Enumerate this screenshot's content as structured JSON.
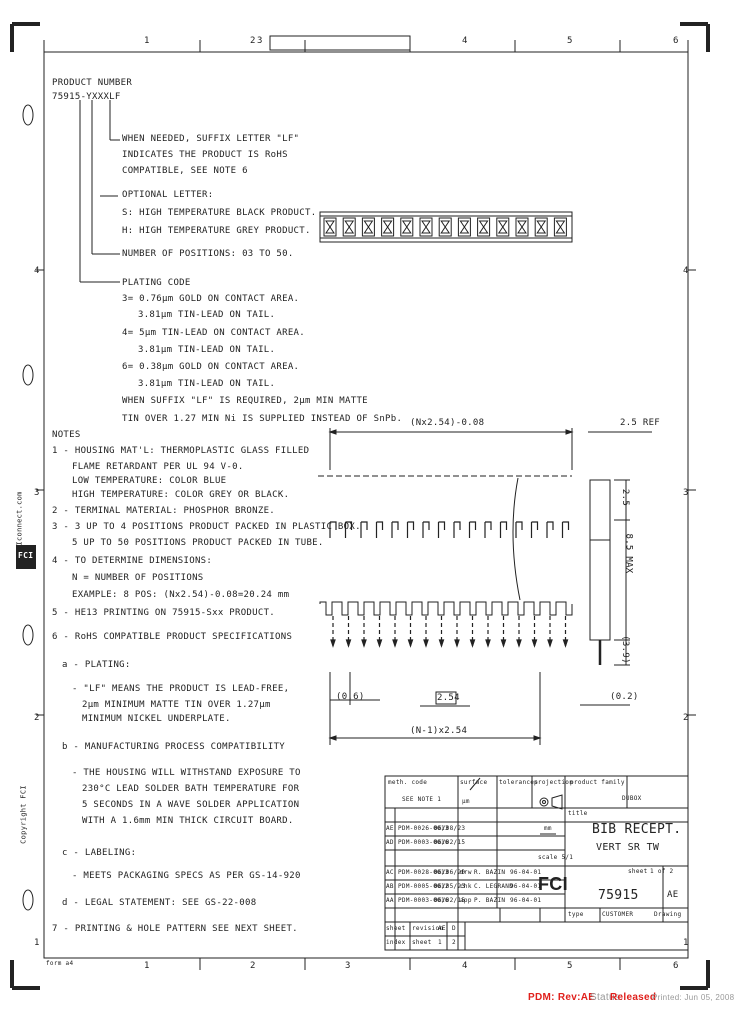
{
  "border": {
    "top_zones": [
      "1",
      "2",
      "3",
      "4",
      "5",
      "6"
    ],
    "bottom_zones": [
      "1",
      "2",
      "3",
      "4",
      "5",
      "6"
    ],
    "side_zones_left": [
      "4",
      "3",
      "2",
      "1"
    ],
    "side_zones_right": [
      "4",
      "3",
      "2",
      "1"
    ],
    "side_copyright": "Copyright FCI",
    "side_logo": "FCI",
    "side_url": "FCIconnect.com",
    "corner_label": "form a4"
  },
  "product": {
    "title": "PRODUCT NUMBER",
    "number": "75915-YXXXLF",
    "legend": [
      "WHEN NEEDED, SUFFIX LETTER \"LF\"",
      "INDICATES THE PRODUCT IS RoHS",
      "COMPATIBLE, SEE NOTE 6",
      "OPTIONAL LETTER:",
      "S: HIGH TEMPERATURE BLACK PRODUCT.",
      "H: HIGH TEMPERATURE GREY PRODUCT.",
      "NUMBER OF POSITIONS: 03 TO 50.",
      "PLATING CODE",
      "3= 0.76µm GOLD ON CONTACT AREA.",
      "3.81µm TIN-LEAD ON TAIL.",
      "4= 5µm TIN-LEAD ON CONTACT AREA.",
      "3.81µm TIN-LEAD ON TAIL.",
      "6= 0.38µm GOLD ON CONTACT AREA.",
      "3.81µm TIN-LEAD ON TAIL.",
      "WHEN SUFFIX \"LF\" IS REQUIRED, 2µm MIN MATTE",
      "TIN OVER 1.27 MIN Ni IS SUPPLIED INSTEAD OF SnPb."
    ]
  },
  "notes": {
    "title": "NOTES",
    "lines": [
      "1 - HOUSING MAT'L: THERMOPLASTIC GLASS FILLED",
      "FLAME RETARDANT PER UL 94 V-0.",
      "LOW TEMPERATURE: COLOR BLUE",
      "HIGH TEMPERATURE: COLOR GREY OR BLACK.",
      "2 - TERMINAL MATERIAL: PHOSPHOR BRONZE.",
      "3 - 3 UP TO 4 POSITIONS PRODUCT PACKED IN PLASTIC BOX.",
      "5 UP TO 50 POSITIONS PRODUCT PACKED IN TUBE.",
      "4 - TO DETERMINE DIMENSIONS:",
      "N = NUMBER OF POSITIONS",
      "EXAMPLE: 8 POS: (Nx2.54)-0.08=20.24 mm",
      "5 - HE13 PRINTING ON 75915-Sxx PRODUCT.",
      "6 - RoHS COMPATIBLE PRODUCT SPECIFICATIONS",
      "a - PLATING:",
      "- \"LF\" MEANS THE PRODUCT IS LEAD-FREE,",
      "2µm MINIMUM MATTE TIN OVER 1.27µm",
      "MINIMUM NICKEL UNDERPLATE.",
      "b - MANUFACTURING PROCESS COMPATIBILITY",
      "- THE HOUSING WILL WITHSTAND EXPOSURE TO",
      "230°C LEAD SOLDER BATH TEMPERATURE FOR",
      "5 SECONDS IN A WAVE SOLDER APPLICATION",
      "WITH A 1.6mm MIN THICK CIRCUIT BOARD.",
      "c - LABELING:",
      "- MEETS PACKAGING SPECS AS PER GS-14-920",
      "d - LEGAL STATEMENT: SEE GS-22-008",
      "7 - PRINTING & HOLE PATTERN SEE NEXT SHEET."
    ]
  },
  "dims": {
    "top_overall": "(Nx2.54)-0.08",
    "ref": "2.5 REF",
    "side_a": "2.5",
    "side_b": "8.5 MAX",
    "side_c": "(3.9)",
    "left_small": "(0.6)",
    "pitch": "2.54",
    "bottom_overall": "(N-1)x2.54",
    "right_small": "(0.2)"
  },
  "title_block": {
    "method": "meth. code",
    "see_note": "SEE NOTE 1",
    "surface": "surface",
    "finish": "µm",
    "tolerances": "tolerances",
    "projection": "projection",
    "product_family": "product family",
    "family_val": "DUBOX",
    "title_label": "title",
    "title_1": "BIB RECEPT.",
    "title_2": "VERT SR TW",
    "unit": "mm",
    "scale": "scale 5/1",
    "drawing_no": "75915",
    "rev": "AE",
    "sheet": "sheet",
    "sheet_of": "1 of 2",
    "type": "type",
    "type_val": "CUSTOMER",
    "drawing": "Drawing",
    "revisions": [
      [
        "AE",
        "PDM-0026-0013",
        "06/08/23"
      ],
      [
        "AD",
        "PDM-0003-0016",
        "06/02/15"
      ],
      [
        "AC",
        "PDM-0028-0013",
        "06/06/20"
      ],
      [
        "AB",
        "PDM-0005-0012",
        "06/05/23"
      ],
      [
        "AA",
        "PDM-0003-0016",
        "06/02/15"
      ]
    ],
    "people": [
      [
        "drw",
        "R. BAZIN",
        "96-04-01"
      ],
      [
        "chk",
        "C. LEGRAND",
        "96-04-01"
      ],
      [
        "app",
        "P. BAZIN",
        "96-04-01"
      ]
    ],
    "sheet_row": [
      "sheet",
      "revision",
      "AE",
      "D"
    ],
    "index_row": [
      "index",
      "sheet",
      "1",
      "2"
    ]
  },
  "footer": {
    "pdm": "PDM: Rev:AE",
    "status_label": "Status:",
    "status": "Released",
    "printed": "Printed: Jun 05, 2008"
  }
}
